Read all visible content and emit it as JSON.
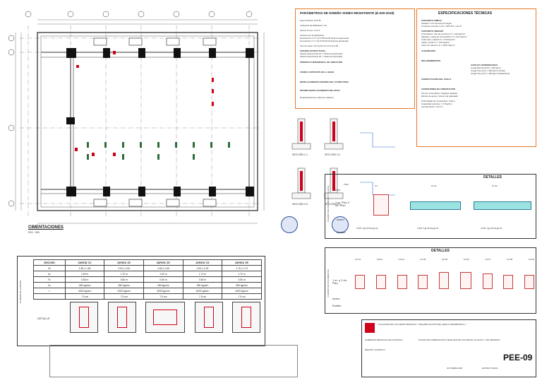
{
  "plan": {
    "title": "CIMENTACIONES",
    "scale": "ESC. 1/50"
  },
  "seismic": {
    "title": "PARÁMETROS DE DISEÑO SISMO-RESISTENTE (E.030-2018)",
    "lines": [
      "Zona Sísmica:  Z=0.45",
      "Categoría de Edificación:  A2",
      "Factor de uso: U=1.5",
      "Factores de Amplificación:",
      "  En dirección X-X:   Sx=2.50   Ro=8 sistema aporticado",
      "  En dirección Y-Y:   Sy=2.50   Ro=8 sistema aporticado",
      "Tipo de suelo: S2   Tp=0.6   TL=2.0   S=1.05",
      "SISTEMA ESTRUCTURAL",
      "Sistema Estructural dir. X  Sistema Aporticado",
      "Sistema Estructural dir. Y  Sistema Aporticado",
      "PERIODO FUNDAMENTAL DE VIBRACIÓN",
      "FUERZA CORTANTE EN LA BASE",
      "DESPLAZAMIENTO MÁXIMO DEL ÚLTIMO NIVEL",
      "MÁXIMO DESPLAZAMIENTO RELATIVO",
      "Desplazamientos máximos relativos"
    ]
  },
  "specs": {
    "title": "ESPECIFICACIONES TÉCNICAS",
    "lines": [
      "CONCRETO SIMPLE",
      "Solados   1:12  cemento:hormigón",
      "Cimientos corridos  1:10 + 30% P.G. máx 6\"",
      "CONCRETO ARMADO",
      "Cimentación:  tipo de cemento   f'c = 210 Kg/cm²",
      "Zapatas y vigas de cimentación  f'c = 210 Kg/cm²",
      "Columnas y placas   f'c = 210 Kg/cm²",
      "Vigas y losas   f'c = 210 Kg/cm²",
      "Acero de refuerzo   fy = 4200 Kg/cm²",
      "ALBAÑILERÍA",
      "RECUBRIMIENTOS",
      "CARGAS CONSIDERADAS",
      "Carga Muerta (CM) = 100 kg/m²",
      "Carga Viva (CV) = 250 kg/m²  (Aulas)",
      "Carga Viva (CV) = 400 kg/m²  (Pasadizos)",
      "COMPACTACIÓN DEL SUELO",
      "CONDICIONES DE CIMENTACIÓN",
      "Tipo de cimentación:   Zapatas aisladas",
      "Estrato de apoyo:   Grava mal graduada",
      "Profundidad de cimentación:   2.00 m",
      "Capacidad portante:   1.73 Kg/cm²",
      "Asentamiento:   1.20 cm"
    ]
  },
  "details": {
    "title": "DETALLES",
    "side_label": "CUADRO DE COLUMNAS Y PLACAS",
    "tipo_header": "TIPO",
    "piso_header": "PISO",
    "types": [
      "C1",
      "PL 01",
      "PL 02"
    ],
    "row1_label": "1 er. Piso 2 do. Piso",
    "acero_label": "Acero",
    "estribo_label": "Estribo",
    "stirrups": [
      "∅3/8\" 1@.05 Rto@.20",
      "∅3/8\" 1@.05 Rto@.20",
      "∅3/8\" 1@.05 Rto@.20"
    ]
  },
  "details2": {
    "title": "DETALLES",
    "side_label": "CUADRO DE COLUMNETAS",
    "row1_label": "1 er. y 2 do. Piso",
    "types": [
      "CA 01",
      "CA 02",
      "CA 03",
      "CA 04",
      "CA 05",
      "CA 06",
      "CA 07",
      "CA 08",
      "CA 09"
    ]
  },
  "footings": {
    "side_label": "CUADRO DE ZAPATAS",
    "headers": [
      "SECCIÓN",
      "ZAPATA 'Z1'",
      "ZAPATA 'Z2'",
      "ZAPATA 'Z3'",
      "ZAPATA 'Z4'",
      "ZAPATA 'Z5'"
    ],
    "rows": [
      [
        "Df",
        "1.80 x 1.80",
        "2.00 x 2.00",
        "2.60 x 2.60",
        "2.00 x 2.00",
        "1.70 x 1.70"
      ],
      [
        "hz",
        "1.50 m",
        "1.70 m",
        "1.50 m",
        "1.70 m",
        "1.70 m"
      ],
      [
        "Fc",
        "0.50 m",
        "0.60 m",
        "0.60 m",
        "0.60 m",
        "0.50 m"
      ],
      [
        "Fy",
        "280 kg/cm²",
        "280 kg/cm²",
        "280 kg/cm²",
        "280 kg/cm²",
        "280 kg/cm²"
      ],
      [
        "r",
        "4200 kg/cm²",
        "4200 kg/cm²",
        "4200 kg/cm²",
        "4200 kg/cm²",
        "4200 kg/cm²"
      ],
      [
        "",
        "7.5 cm",
        "7.5 cm",
        "7.5 cm",
        "7.5 cm",
        "7.5 cm"
      ]
    ],
    "detail_label": "DETALLE"
  },
  "titleblock": {
    "project": "\"CLAUSURA DE LA PUERTA PRINCIPAL Y REHABILITACIÓN DEL CERCO PERIMÉTRICO...\"",
    "entity": "GOBIERNO REGIONAL DE HUÁNUCO",
    "sheet_title": "PLANTA DE CIMENTACIÓN, DETALLES DE COLUMNAS, PLACAS Y COLUMNETAS",
    "location": "REGIÓN: HUÁNUCO",
    "date": "OCTUBRE 2020",
    "code": "PEE-09",
    "discipline": "ESTRUCTURAS"
  },
  "sections": {
    "labels": [
      "SECCIÓN 1-1",
      "SECCIÓN 2-2",
      "SECCIÓN 3-3",
      "SECCIÓN 4-4"
    ]
  },
  "colors": {
    "accent": "#e87722",
    "red": "#d0021b",
    "line": "#333333"
  }
}
